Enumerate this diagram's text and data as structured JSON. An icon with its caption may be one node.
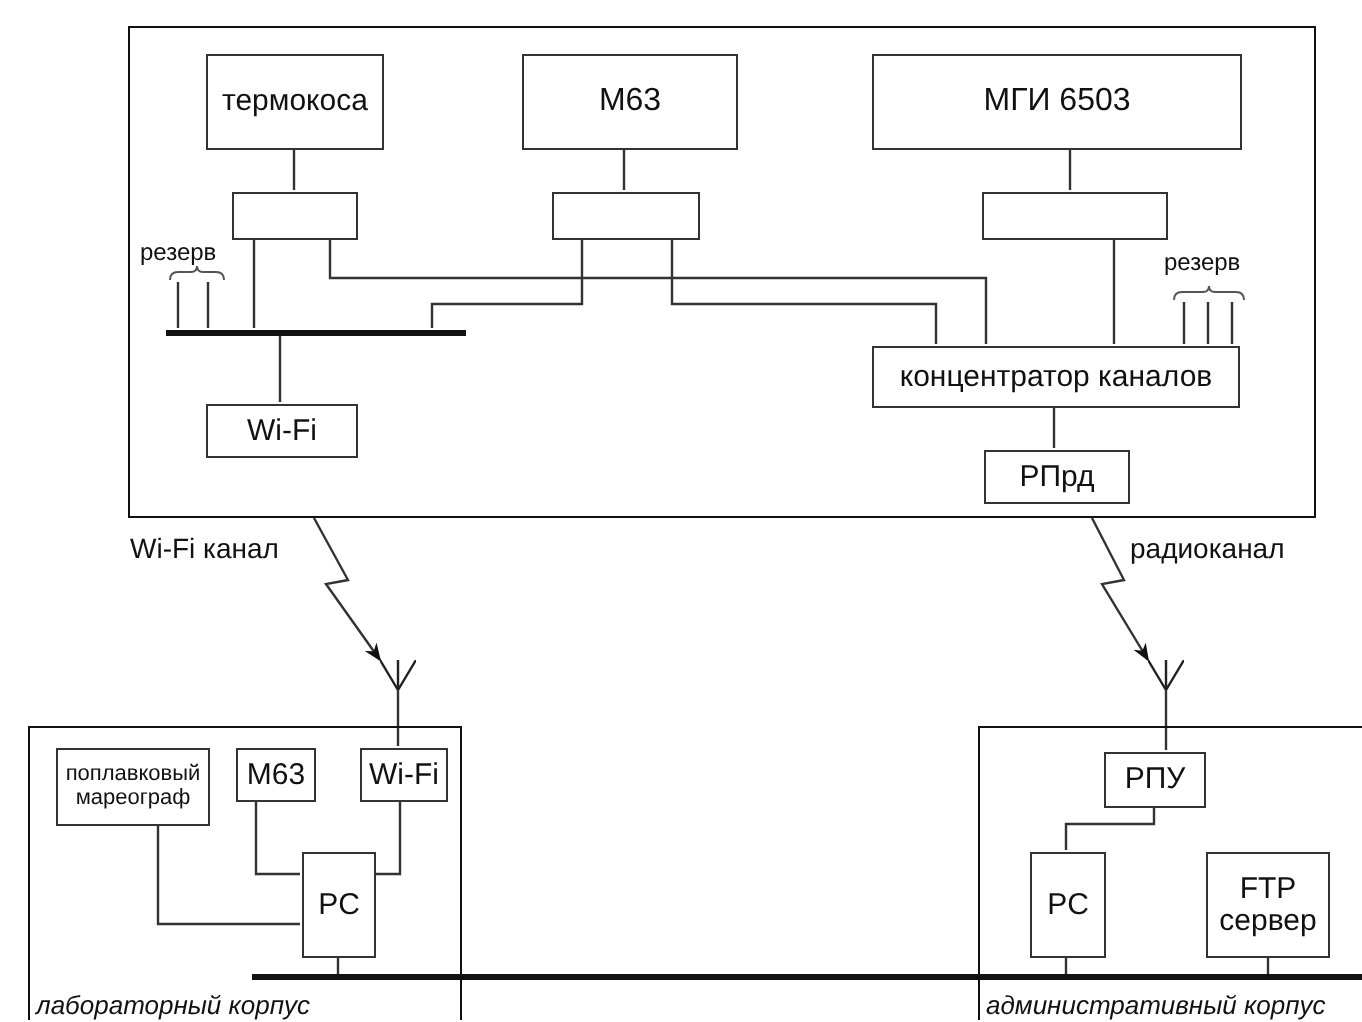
{
  "diagram": {
    "nodes": [
      {
        "text": [],
        "shape": "box"
      },
      {
        "text": [
          "термокоса"
        ],
        "in": 0
      },
      {
        "text": [
          "М63"
        ],
        "in": 0
      },
      {
        "text": [
          "МГИ 6503"
        ],
        "in": 0
      },
      {
        "text": [],
        "shape": "box",
        "in": 0
      },
      {
        "text": [],
        "shape": "box",
        "in": 0
      },
      {
        "text": [],
        "shape": "box",
        "in": 0
      },
      {
        "text": [],
        "shape": "bar",
        "in": 0
      },
      {
        "text": [
          "Wi-Fi"
        ],
        "in": 0
      },
      {
        "text": [
          "концентратор каналов"
        ],
        "in": 0
      },
      {
        "text": [
          "РПрд"
        ],
        "in": 0
      },
      {
        "text": [
          "лабораторный корпус"
        ]
      },
      {
        "text": [
          "поплавковый мареограф"
        ],
        "in": 11
      },
      {
        "text": [
          "М63"
        ],
        "in": 11
      },
      {
        "text": [
          "Wi-Fi"
        ],
        "in": 11
      },
      {
        "text": [
          "PC"
        ],
        "in": 11
      },
      {
        "text": [
          "административный корпус"
        ]
      },
      {
        "text": [
          "РПУ"
        ],
        "in": 16
      },
      {
        "text": [
          "PC"
        ],
        "in": 16
      },
      {
        "text": [
          "FTP сервер"
        ],
        "in": 16
      },
      {
        "text": [],
        "shape": "bar"
      },
      {
        "text": [],
        "shape": "antenna"
      },
      {
        "text": [],
        "shape": "antenna"
      }
    ],
    "edges": [
      {
        "from": 1,
        "to": 4,
        "arrow": "none"
      },
      {
        "from": 2,
        "to": 5,
        "arrow": "none"
      },
      {
        "from": 3,
        "to": 6,
        "arrow": "none"
      },
      {
        "from": 4,
        "to": 7,
        "arrow": "none"
      },
      {
        "from": 5,
        "to": 7,
        "arrow": "none"
      },
      {
        "from": 4,
        "to": 9,
        "arrow": "none"
      },
      {
        "from": 5,
        "to": 9,
        "arrow": "none"
      },
      {
        "from": 6,
        "to": 9,
        "arrow": "none"
      },
      {
        "from": 7,
        "to": 8,
        "arrow": "none"
      },
      {
        "from": 9,
        "to": 10,
        "arrow": "none"
      },
      {
        "from": 0,
        "to": 21,
        "arrow": "to"
      },
      {
        "from": 0,
        "to": 22,
        "arrow": "to"
      },
      {
        "from": 21,
        "to": 14,
        "arrow": "none"
      },
      {
        "from": 12,
        "to": 15,
        "arrow": "none"
      },
      {
        "from": 13,
        "to": 15,
        "arrow": "none"
      },
      {
        "from": 14,
        "to": 15,
        "arrow": "none"
      },
      {
        "from": 15,
        "to": 20,
        "arrow": "none"
      },
      {
        "from": 22,
        "to": 17,
        "arrow": "none"
      },
      {
        "from": 17,
        "to": 18,
        "arrow": "none"
      },
      {
        "from": 18,
        "to": 20,
        "arrow": "none"
      },
      {
        "from": 19,
        "to": 20,
        "arrow": "none"
      }
    ],
    "labels": [
      "резерв",
      "резерв",
      "Wi-Fi канал",
      "радиоканал"
    ]
  }
}
